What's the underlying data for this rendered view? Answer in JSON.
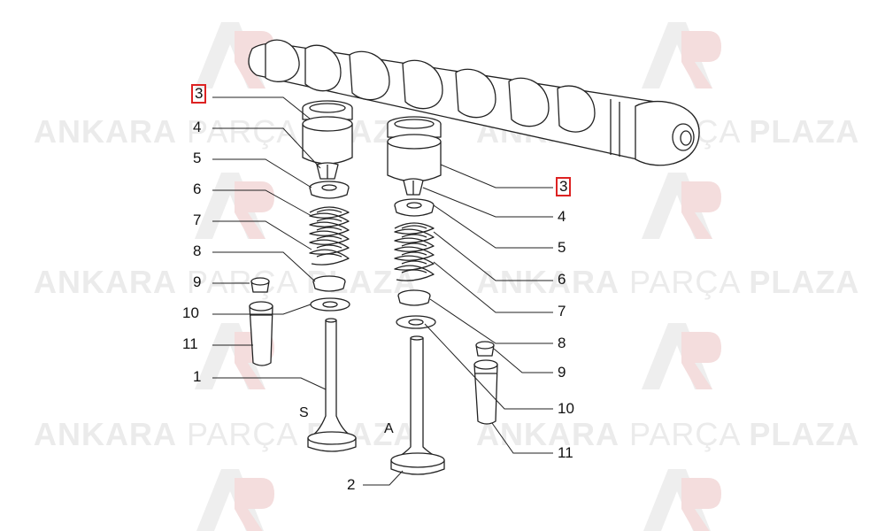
{
  "watermark": {
    "brand_bold_1": "ANKARA",
    "brand_light": "PARÇA",
    "brand_bold_2": "PLAZA"
  },
  "callouts": {
    "left": [
      "3",
      "4",
      "5",
      "6",
      "7",
      "8",
      "9",
      "10",
      "11",
      "1"
    ],
    "right": [
      "3",
      "4",
      "5",
      "6",
      "7",
      "8",
      "9",
      "10",
      "11"
    ],
    "bottom": "2"
  },
  "valve_letters": {
    "exhaust": "S",
    "intake": "A"
  },
  "colors": {
    "highlight": "#dd2222",
    "line": "#222222",
    "watermark": "#ebebeb"
  }
}
